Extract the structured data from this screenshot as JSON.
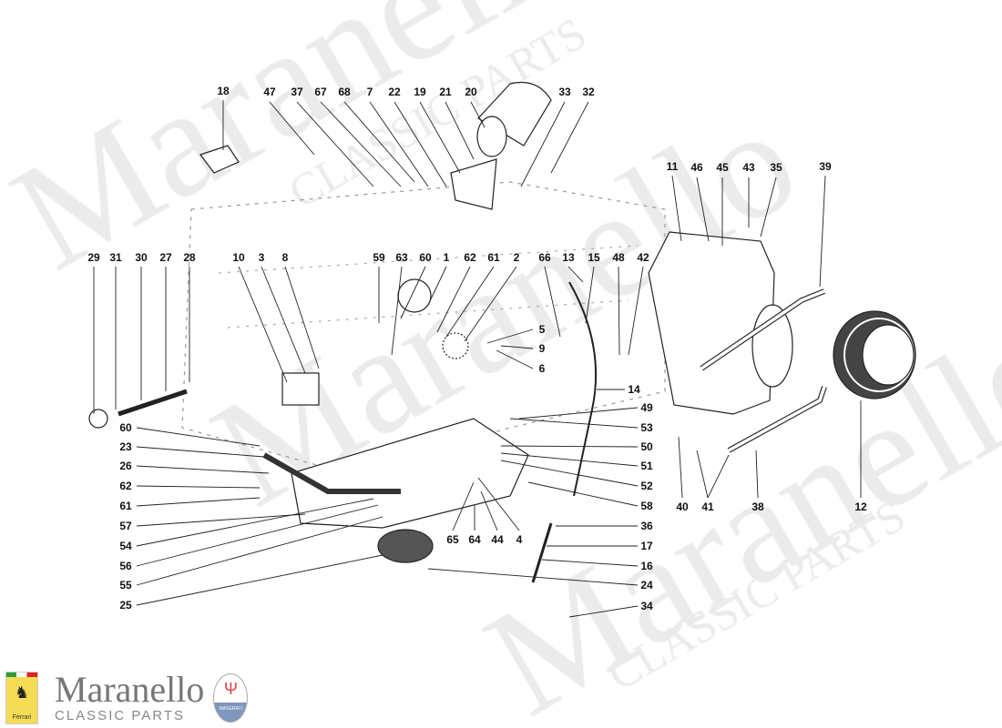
{
  "watermark": {
    "brand": "Maranello",
    "sub": "CLASSIC PARTS"
  },
  "logo": {
    "name": "Maranello",
    "subtitle": "CLASSIC PARTS",
    "ferrari_text": "Ferrari",
    "maserati_text": "MASERATI"
  },
  "callouts": {
    "top": [
      "18",
      "47",
      "37",
      "67",
      "68",
      "7",
      "22",
      "19",
      "21",
      "20",
      "33",
      "32"
    ],
    "upper_right": [
      "11",
      "46",
      "45",
      "43",
      "35",
      "39"
    ],
    "middle_row": [
      "29",
      "31",
      "30",
      "27",
      "28",
      "10",
      "3",
      "8",
      "59",
      "63",
      "60",
      "1",
      "62",
      "61",
      "2",
      "66",
      "13",
      "15",
      "48",
      "42"
    ],
    "pump_side": [
      "5",
      "9",
      "6"
    ],
    "right_column": [
      "14",
      "49",
      "53",
      "50",
      "51",
      "52",
      "58",
      "36",
      "17",
      "16",
      "24",
      "34"
    ],
    "left_column": [
      "60",
      "23",
      "26",
      "62",
      "61",
      "57",
      "54",
      "56",
      "55",
      "25"
    ],
    "bottom_center": [
      "65",
      "64",
      "44",
      "4"
    ],
    "cooler": [
      "40",
      "41",
      "38",
      "12"
    ]
  }
}
